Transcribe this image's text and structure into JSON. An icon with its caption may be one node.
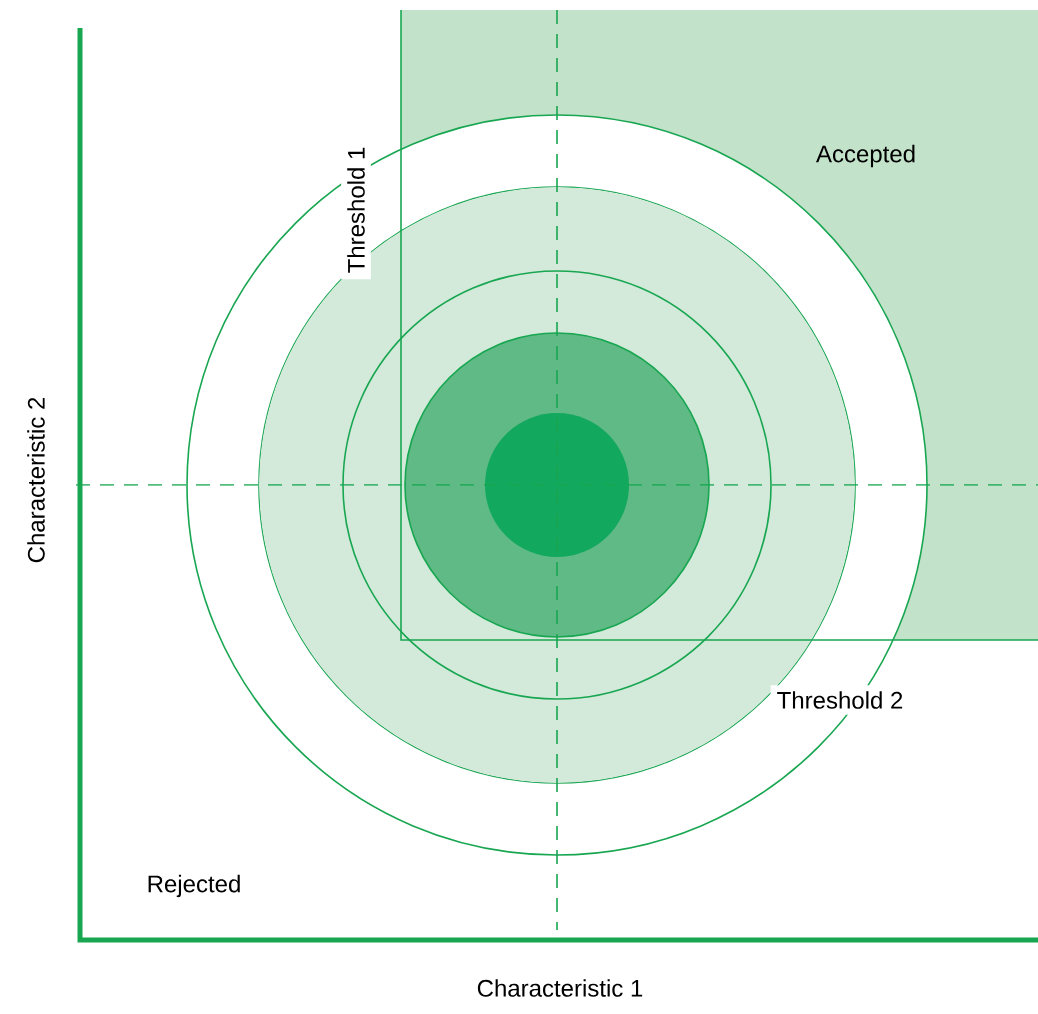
{
  "diagram": {
    "nodes": [
      {
        "text": [
          "Accepted"
        ]
      }
    ],
    "labels": [
      "Threshold 1",
      "Threshold 2",
      "Rejected",
      "Characteristic 1",
      "Characteristic 2"
    ]
  }
}
